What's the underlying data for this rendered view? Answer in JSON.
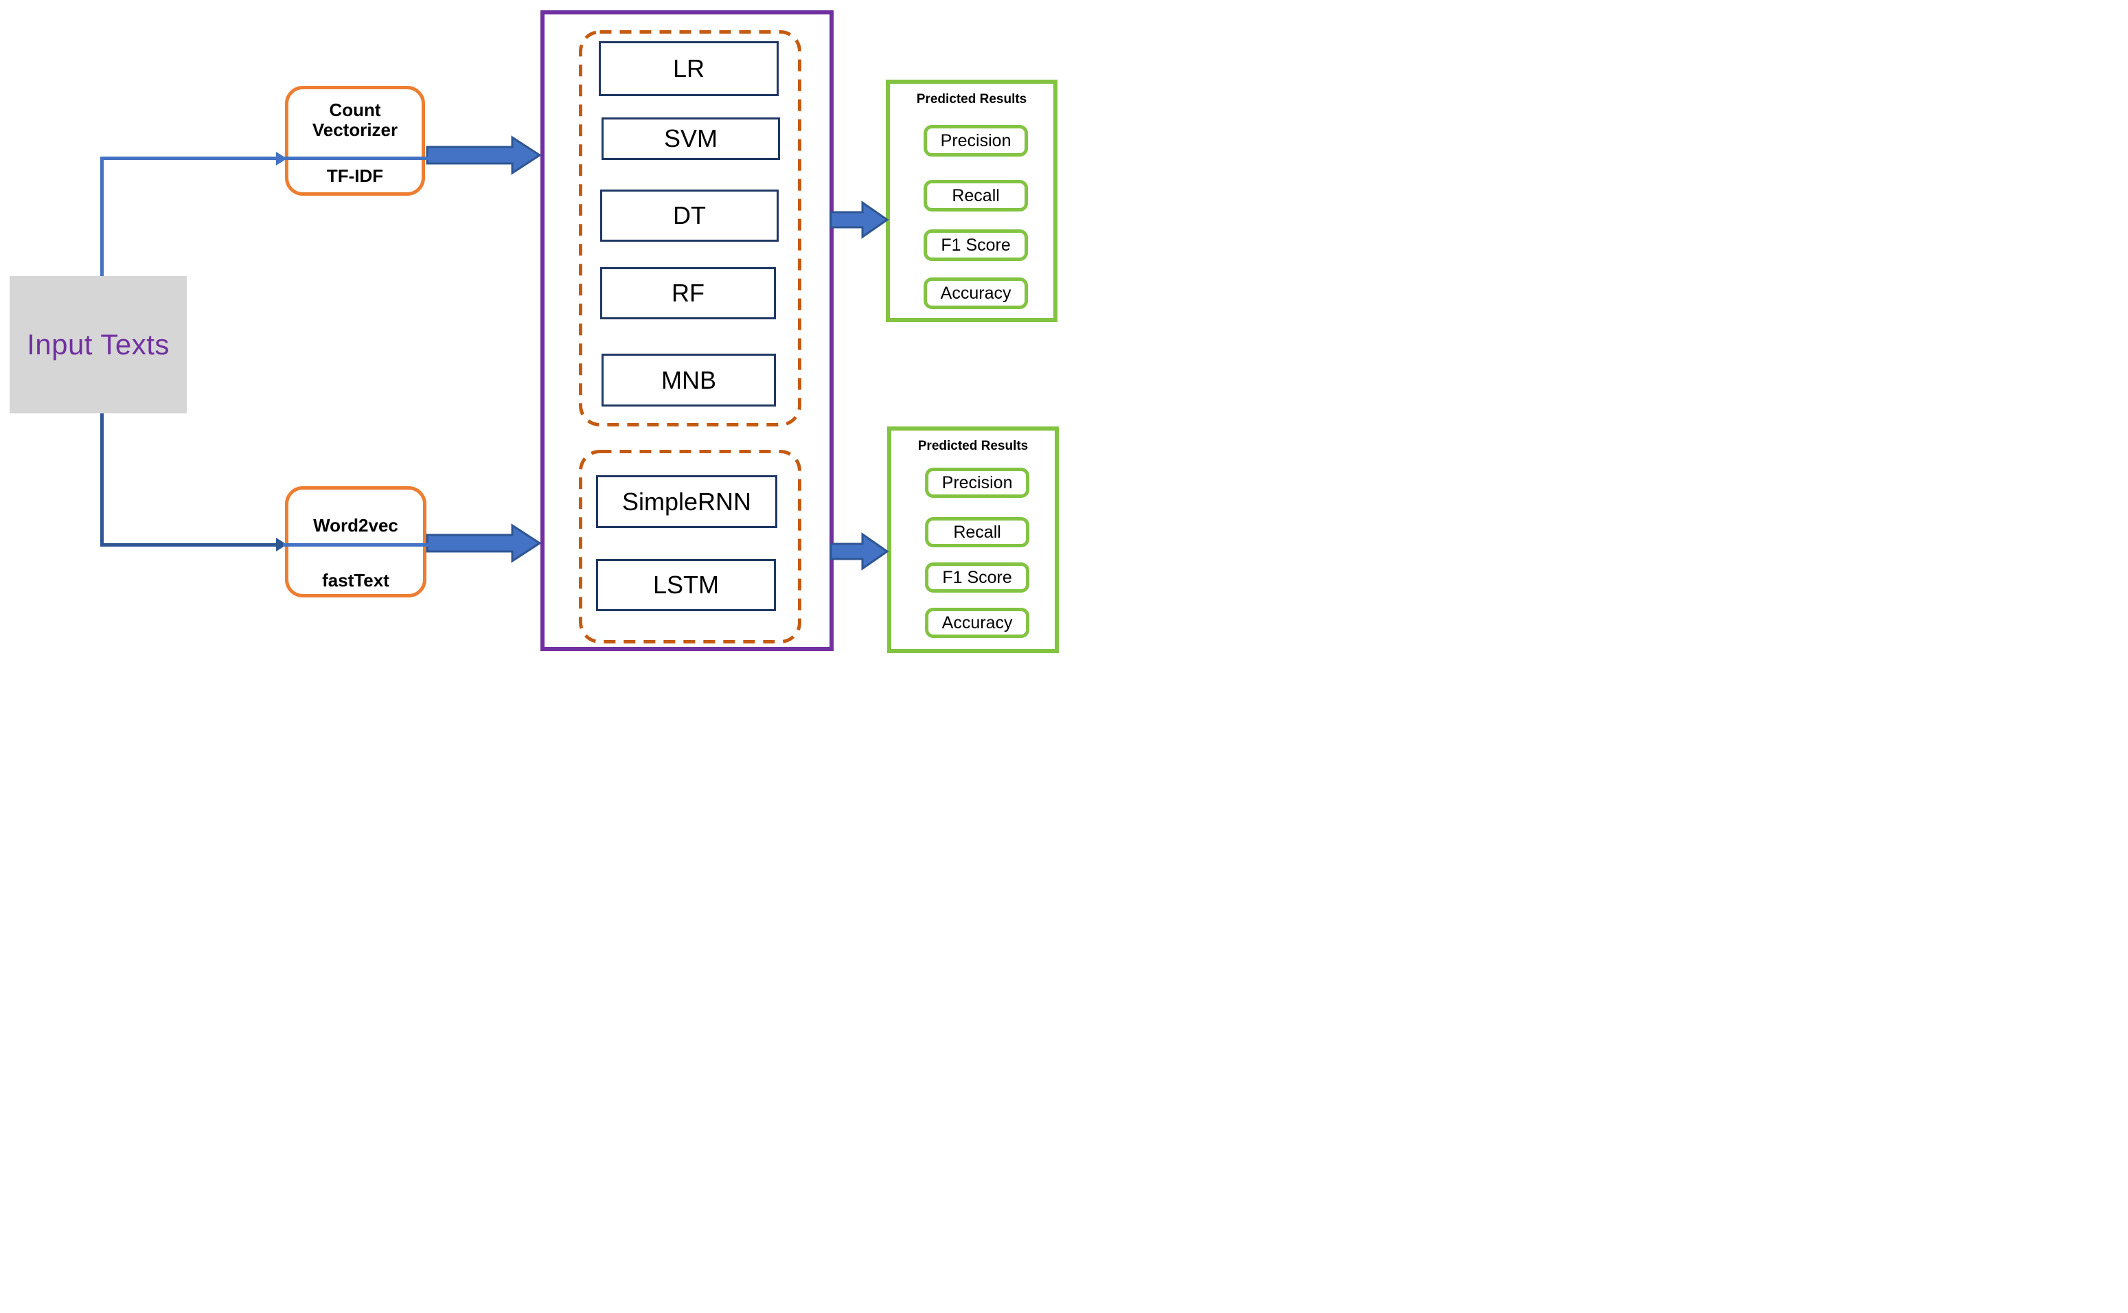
{
  "diagram": {
    "input_label": "Input Texts",
    "feature_extractors": [
      {
        "primary": "Count Vectorizer",
        "secondary": "TF-IDF"
      },
      {
        "primary": "Word2vec",
        "secondary": "fastText"
      }
    ],
    "classical_models": [
      "LR",
      "SVM",
      "DT",
      "RF",
      "MNB"
    ],
    "deep_models": [
      "SimpleRNN",
      "LSTM"
    ],
    "results_top": {
      "title": "Predicted Results",
      "metrics": [
        "Precision",
        "Recall",
        "F1 Score",
        "Accuracy"
      ]
    },
    "results_bottom": {
      "title": "Predicted Results",
      "metrics": [
        "Precision",
        "Recall",
        "F1 Score",
        "Accuracy"
      ]
    },
    "colors": {
      "line_blue": "#4472C4",
      "line_blue_dark": "#2E5693",
      "arrow_fill": "#4472C4",
      "arrow_border": "#2E5693",
      "orange_solid": "#ED7D31",
      "orange_dashed": "#C55A11",
      "purple": "#7030A0",
      "green": "#82C341",
      "navy_border": "#1F3864",
      "input_fill": "#D6D6D6",
      "input_text": "#7030A0"
    }
  }
}
